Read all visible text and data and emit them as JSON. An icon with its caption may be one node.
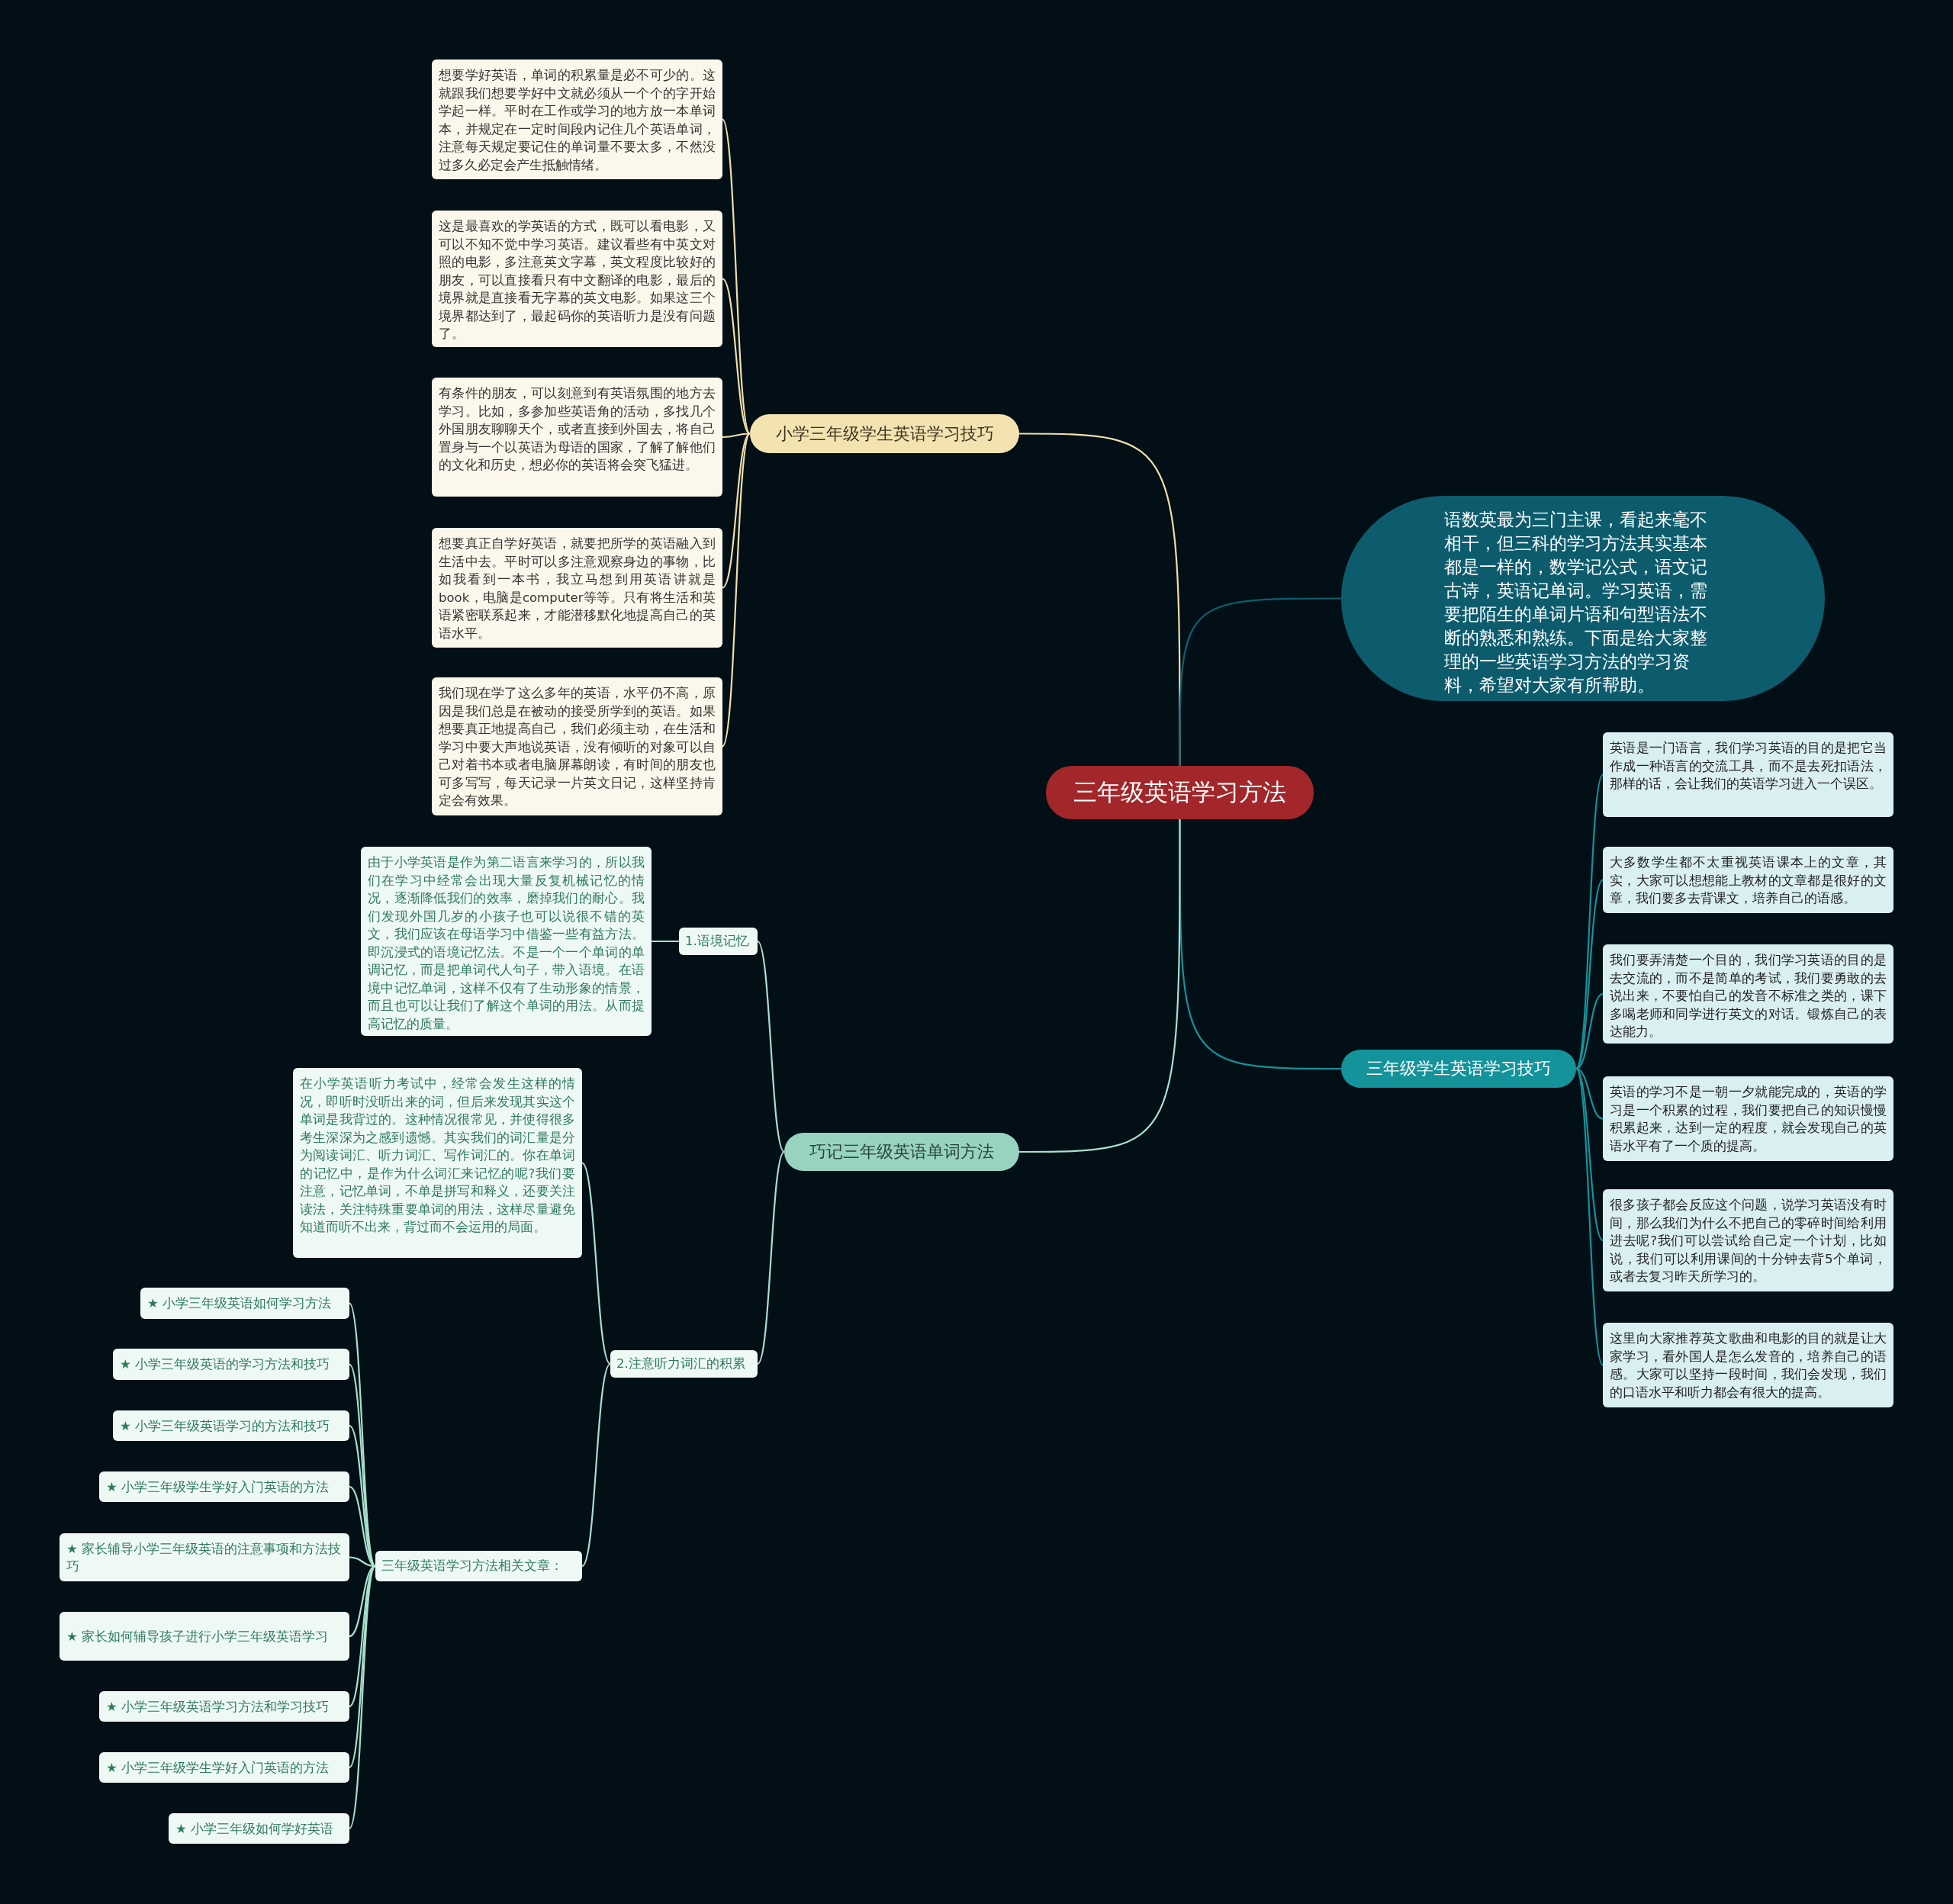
{
  "diagram": {
    "nodes": [
      {
        "text": [
          "三年级英语学习方法"
        ]
      },
      {
        "text": [
          "小学三年级学生英语学习技巧"
        ]
      },
      {
        "text": [
          "想要学好英语，单词的积累量是必不可少的。这就跟我们想要学好中文就必须从一个个的字开始学起一样。平时在工作或学习的地方放一本单词本，并规定在一定时间段内记住几个英语单词，注意每天规定要记住的单词量不要太多，不然没过多久必定会产生抵触情绪。"
        ]
      },
      {
        "text": [
          "这是最喜欢的学英语的方式，既可以看电影，又可以不知不觉中学习英语。建议看些有中英文对照的电影，多注意英文字幕，英文程度比较好的朋友，可以直接看只有中文翻译的电影，最后的境界就是直接看无字幕的英文电影。如果这三个境界都达到了，最起码你的英语听力是没有问题了。"
        ]
      },
      {
        "text": [
          "有条件的朋友，可以刻意到有英语氛围的地方去学习。比如，多参加些英语角的活动，多找几个外国朋友聊聊天个，或者直接到外国去，将自己置身与一个以英语为母语的国家，了解了解他们的文化和历史，想必你的英语将会突飞猛进。"
        ]
      },
      {
        "text": [
          "想要真正自学好英语，就要把所学的英语融入到生活中去。平时可以多注意观察身边的事物，比如我看到一本书，我立马想到用英语讲就是book，电脑是computer等等。只有将生活和英语紧密联系起来，才能潜移默化地提高自己的英语水平。"
        ]
      },
      {
        "text": [
          "我们现在学了这么多年的英语，水平仍不高，原因是我们总是在被动的接受所学到的英语。如果想要真正地提高自己，我们必须主动，在生活和学习中要大声地说英语，没有倾听的对象可以自己对着书本或者电脑屏幕朗读，有时间的朋友也可多写写，每天记录一片英文日记，这样坚持肯定会有效果。"
        ]
      },
      {
        "text": [
          "语数英最为三门主课，看起来毫不相干，但三科的学习方法其实基本都是一样的，数学记公式，语文记古诗，英语记单词。学习英语，需要把陌生的单词片语和句型语法不断的熟悉和熟练。下面是给大家整理的一些英语学习方法的学习资料，希望对大家有所帮助。"
        ]
      },
      {
        "text": [
          "三年级学生英语学习技巧"
        ]
      },
      {
        "text": [
          "英语是一门语言，我们学习英语的目的是把它当作成一种语言的交流工具，而不是去死扣语法，那样的话，会让我们的英语学习进入一个误区。"
        ]
      },
      {
        "text": [
          "大多数学生都不太重视英语课本上的文章，其实，大家可以想想能上教材的文章都是很好的文章，我们要多去背课文，培养自己的语感。"
        ]
      },
      {
        "text": [
          "我们要弄清楚一个目的，我们学习英语的目的是去交流的，而不是简单的考试，我们要勇敢的去说出来，不要怕自己的发音不标准之类的，课下多喝老师和同学进行英文的对话。锻炼自己的表达能力。"
        ]
      },
      {
        "text": [
          "英语的学习不是一朝一夕就能完成的，英语的学习是一个积累的过程，我们要把自己的知识慢慢积累起来，达到一定的程度，就会发现自己的英语水平有了一个质的提高。"
        ]
      },
      {
        "text": [
          "很多孩子都会反应这个问题，说学习英语没有时间，那么我们为什么不把自己的零碎时间给利用进去呢?我们可以尝试给自己定一个计划，比如说，我们可以利用课间的十分钟去背5个单词，或者去复习昨天所学习的。"
        ]
      },
      {
        "text": [
          "这里向大家推荐英文歌曲和电影的目的就是让大家学习，看外国人是怎么发音的，培养自己的语感。大家可以坚持一段时间，我们会发现，我们的口语水平和听力都会有很大的提高。"
        ]
      },
      {
        "text": [
          "巧记三年级英语单词方法"
        ]
      },
      {
        "text": [
          "1.语境记忆"
        ]
      },
      {
        "text": [
          "由于小学英语是作为第二语言来学习的，所以我们在学习中经常会出现大量反复机械记忆的情况，逐渐降低我们的效率，磨掉我们的耐心。我们发现外国几岁的小孩子也可以说很不错的英文，我们应该在母语学习中借鉴一些有益方法。即沉浸式的语境记忆法。不是一个一个单词的单调记忆，而是把单词代人句子，带入语境。在语境中记忆单词，这样不仅有了生动形象的情景，而且也可以让我们了解这个单词的用法。从而提高记忆的质量。"
        ]
      },
      {
        "text": [
          "2.注意听力词汇的积累"
        ]
      },
      {
        "text": [
          "在小学英语听力考试中，经常会发生这样的情况，即听时没听出来的词，但后来发现其实这个单词是我背过的。这种情况很常见，并使得很多考生深深为之感到遗憾。其实我们的词汇量是分为阅读词汇、听力词汇、写作词汇的。你在单词的记忆中，是作为什么词汇来记忆的呢?我们要注意，记忆单词，不单是拼写和释义，还要关注读法，关注特殊重要单词的用法，这样尽量避免知道而听不出来，背过而不会运用的局面。"
        ]
      },
      {
        "text": [
          "三年级英语学习方法相关文章："
        ]
      },
      {
        "text": [
          "★ 小学三年级英语如何学习方法"
        ]
      },
      {
        "text": [
          "★ 小学三年级英语的学习方法和技巧"
        ]
      },
      {
        "text": [
          "★ 小学三年级英语学习的方法和技巧"
        ]
      },
      {
        "text": [
          "★ 小学三年级学生学好入门英语的方法"
        ]
      },
      {
        "text": [
          "★ 家长辅导小学三年级英语的注意事项和方法技巧"
        ]
      },
      {
        "text": [
          "★ 家长如何辅导孩子进行小学三年级英语学习"
        ]
      },
      {
        "text": [
          "★ 小学三年级英语学习方法和学习技巧"
        ]
      },
      {
        "text": [
          "★ 小学三年级学生学好入门英语的方法"
        ]
      },
      {
        "text": [
          "★ 小学三年级如何学好英语"
        ]
      }
    ],
    "edges": [
      {
        "from": 0,
        "to": 1,
        "arrow": "none",
        "color": "#f1dfa8"
      },
      {
        "from": 1,
        "to": 2,
        "arrow": "none",
        "color": "#f1dfa8"
      },
      {
        "from": 1,
        "to": 3,
        "arrow": "none",
        "color": "#f1dfa8"
      },
      {
        "from": 1,
        "to": 4,
        "arrow": "none",
        "color": "#f1dfa8"
      },
      {
        "from": 1,
        "to": 5,
        "arrow": "none",
        "color": "#f1dfa8"
      },
      {
        "from": 1,
        "to": 6,
        "arrow": "none",
        "color": "#f1dfa8"
      },
      {
        "from": 0,
        "to": 7,
        "arrow": "none",
        "color": "#0f5e70"
      },
      {
        "from": 0,
        "to": 8,
        "arrow": "none",
        "color": "#14939b"
      },
      {
        "from": 8,
        "to": 9,
        "arrow": "none",
        "color": "#14939b"
      },
      {
        "from": 8,
        "to": 10,
        "arrow": "none",
        "color": "#14939b"
      },
      {
        "from": 8,
        "to": 11,
        "arrow": "none",
        "color": "#14939b"
      },
      {
        "from": 8,
        "to": 12,
        "arrow": "none",
        "color": "#14939b"
      },
      {
        "from": 8,
        "to": 13,
        "arrow": "none",
        "color": "#14939b"
      },
      {
        "from": 8,
        "to": 14,
        "arrow": "none",
        "color": "#14939b"
      },
      {
        "from": 0,
        "to": 15,
        "arrow": "none"
      },
      {
        "from": 15,
        "to": 16,
        "arrow": "none"
      },
      {
        "from": 16,
        "to": 17,
        "arrow": "none"
      },
      {
        "from": 15,
        "to": 18,
        "arrow": "none"
      },
      {
        "from": 18,
        "to": 19,
        "arrow": "none"
      },
      {
        "from": 18,
        "to": 20,
        "arrow": "none"
      },
      {
        "from": 20,
        "to": 21,
        "arrow": "none"
      },
      {
        "from": 20,
        "to": 22,
        "arrow": "none"
      },
      {
        "from": 20,
        "to": 23,
        "arrow": "none"
      },
      {
        "from": 20,
        "to": 24,
        "arrow": "none"
      },
      {
        "from": 20,
        "to": 25,
        "arrow": "none"
      },
      {
        "from": 20,
        "to": 26,
        "arrow": "none"
      },
      {
        "from": 20,
        "to": 27,
        "arrow": "none"
      },
      {
        "from": 20,
        "to": 28,
        "arrow": "none"
      },
      {
        "from": 20,
        "to": 29,
        "arrow": "none"
      }
    ]
  }
}
